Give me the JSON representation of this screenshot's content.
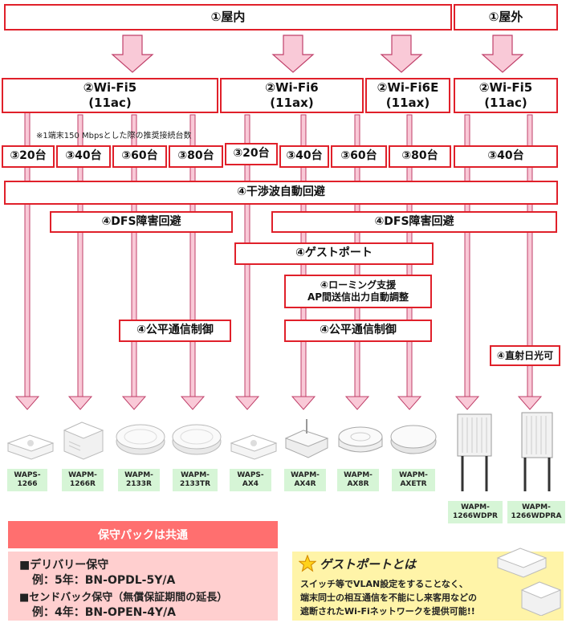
{
  "location": {
    "indoor": "①屋内",
    "outdoor": "①屋外"
  },
  "standards": {
    "wifi5": {
      "name": "②Wi-Fi5",
      "code": "(11ac)"
    },
    "wifi6": {
      "name": "②Wi-Fi6",
      "code": "(11ax)"
    },
    "wifi6e": {
      "name": "②Wi-Fi6E",
      "code": "(11ax)"
    },
    "wifi5_outdoor": {
      "name": "②Wi-Fi5",
      "code": "(11ac)"
    }
  },
  "note": "※1端末150 Mbpsとした際の推奨接続台数",
  "counts": [
    "③20台",
    "③40台",
    "③60台",
    "③80台",
    "③20台",
    "③40台",
    "③60台",
    "③80台",
    "③40台"
  ],
  "features": {
    "interference": "④干渉波自動回避",
    "dfs_left": "④DFS障害回避",
    "dfs_right": "④DFS障害回避",
    "guest_port": "④ゲストポート",
    "roaming_1": "④ローミング支援",
    "roaming_2": "AP間送信出力自動調整",
    "fair_left": "④公平通信制御",
    "fair_right": "④公平通信制御",
    "sunlight": "④直射日光可"
  },
  "products": [
    {
      "name": "WAPS-\n1266"
    },
    {
      "name": "WAPM-\n1266R"
    },
    {
      "name": "WAPM-\n2133R"
    },
    {
      "name": "WAPM-\n2133TR"
    },
    {
      "name": "WAPS-\nAX4"
    },
    {
      "name": "WAPM-\nAX4R"
    },
    {
      "name": "WAPM-\nAX8R"
    },
    {
      "name": "WAPM-\nAXETR"
    },
    {
      "name": "WAPM-\n1266WDPR"
    },
    {
      "name": "WAPM-\n1266WDPRA"
    }
  ],
  "maintenance": {
    "title": "保守パックは共通",
    "delivery": "■デリバリー保守",
    "delivery_example": "例：5年：BN-OPDL-5Y/A",
    "sendback": "■センドバック保守（無償保証期間の延長）",
    "sendback_example": "例：4年：BN-OPEN-4Y/A"
  },
  "guest_port_info": {
    "title": "ゲストポートとは",
    "line1": "スイッチ等でVLAN設定をすることなく、",
    "line2": "端末同士の相互通信を不能にし来客用などの",
    "line3": "遮断されたWi-Fiネットワークを提供可能!!",
    "star_icon": "star-icon"
  },
  "colors": {
    "accent_red": "#e0202a",
    "pink": "#f9c9d7",
    "label_green": "#d6f5d6",
    "pack_red": "#ff6f6f",
    "pack_pink": "#ffcfcf",
    "guest_yellow": "#fff4a8"
  }
}
